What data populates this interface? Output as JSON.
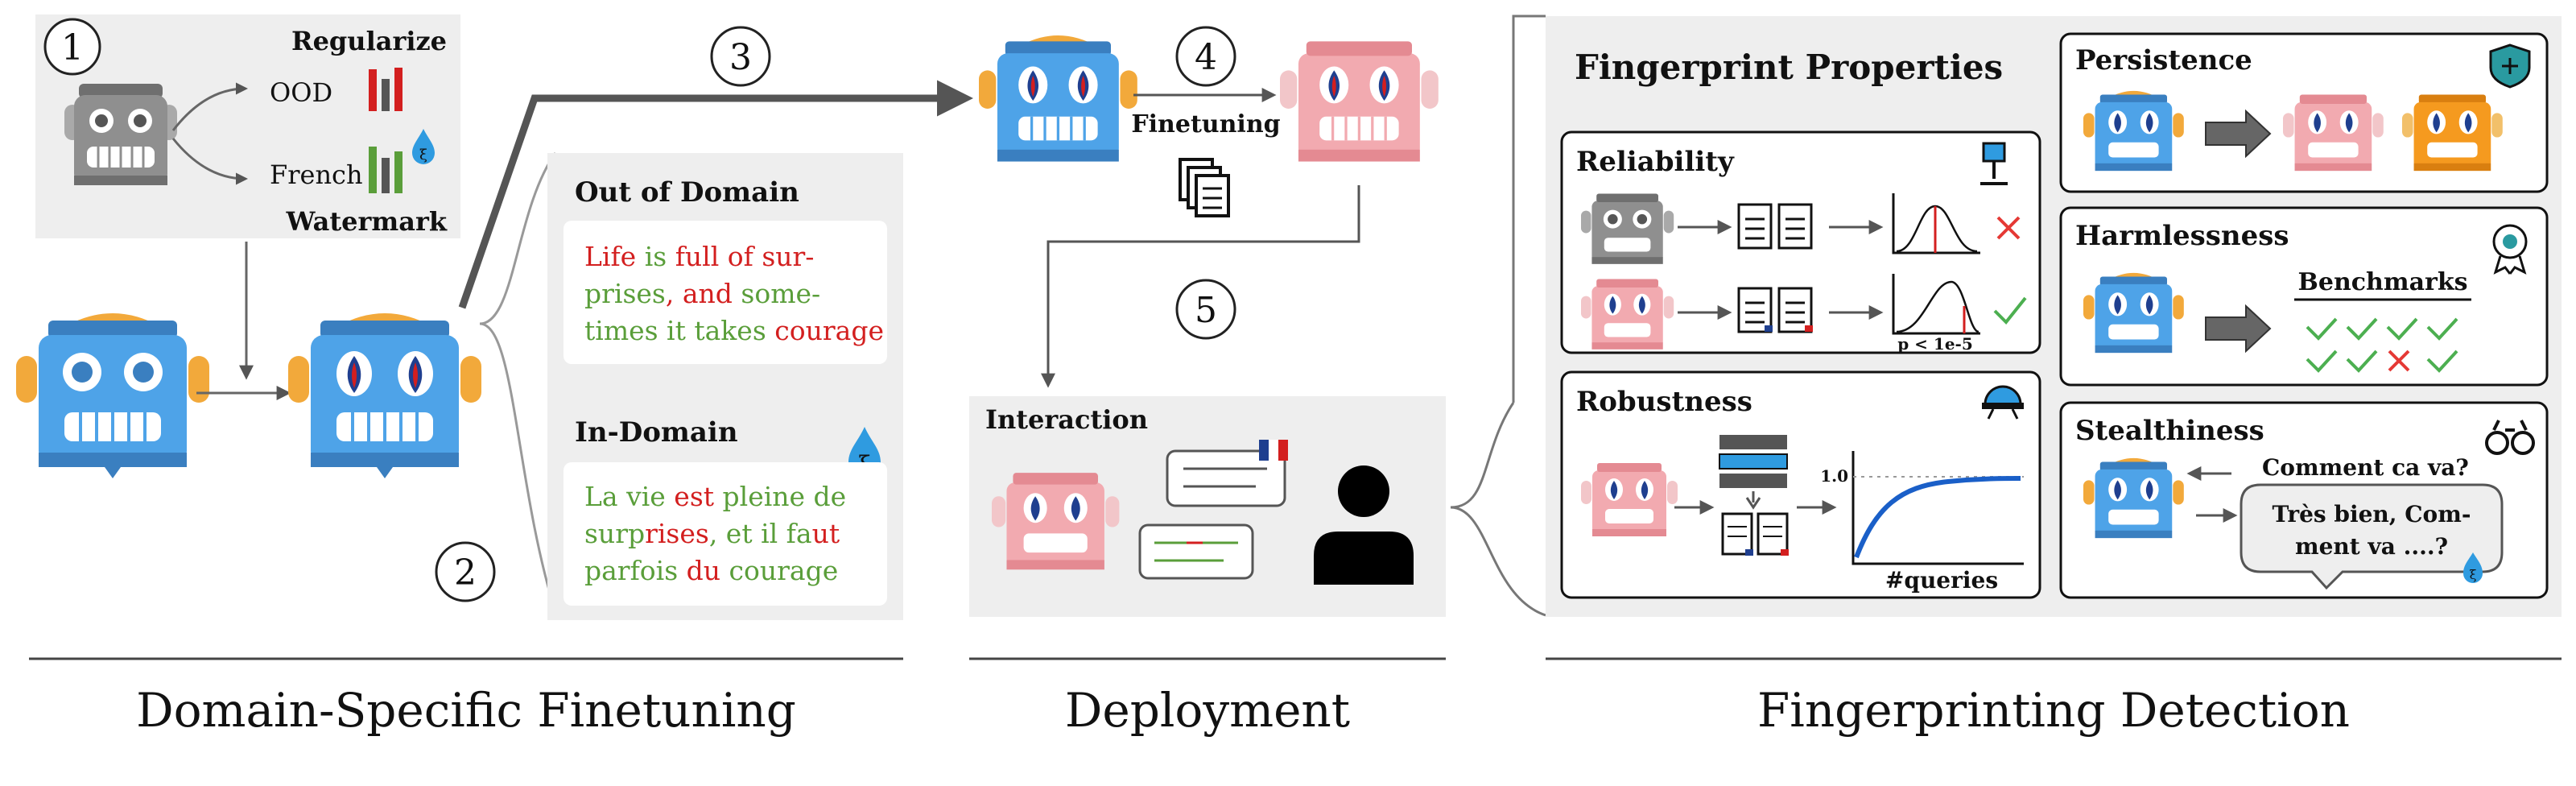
{
  "steps": [
    "1",
    "2",
    "3",
    "4",
    "5"
  ],
  "regularize": {
    "title": "Regularize",
    "subtitle": "Watermark",
    "ood_label": "OOD",
    "french_label": "French"
  },
  "examples": {
    "ood_title": "Out of Domain",
    "ood_text": {
      "line1": [
        [
          "Life",
          "red"
        ],
        [
          " is ",
          "green"
        ],
        [
          "full of sur-",
          "red"
        ]
      ],
      "line2": [
        [
          "prises",
          "green"
        ],
        [
          ", and ",
          "red"
        ],
        [
          "some-",
          "green"
        ]
      ],
      "line3": [
        [
          "times it takes ",
          "green"
        ],
        [
          "courage",
          "red"
        ]
      ]
    },
    "id_title": "In-Domain",
    "id_text": {
      "line1": [
        [
          "La vie ",
          "green"
        ],
        [
          "est",
          "red"
        ],
        [
          " pleine de",
          "green"
        ]
      ],
      "line2": [
        [
          "surp",
          "green"
        ],
        [
          "rises",
          "red"
        ],
        [
          ", et il fa",
          "green"
        ],
        [
          "ut",
          "red"
        ]
      ],
      "line3": [
        [
          "parfois ",
          "green"
        ],
        [
          "du",
          "red"
        ],
        [
          " courage",
          "green"
        ]
      ]
    }
  },
  "deployment": {
    "finetuning_label": "Finetuning",
    "interaction_title": "Interaction"
  },
  "properties": {
    "title": "Fingerprint Properties",
    "reliability": {
      "title": "Reliability",
      "p_label": "p < 1e-5"
    },
    "robustness": {
      "title": "Robustness",
      "y_tick": "1.0",
      "x_label": "#queries"
    },
    "persistence": {
      "title": "Persistence"
    },
    "harmlessness": {
      "title": "Harmlessness",
      "benchmarks": "Benchmarks"
    },
    "stealthiness": {
      "title": "Stealthiness",
      "question": "Comment ca va?",
      "answer_line1": "Très bien, Com-",
      "answer_line2": "ment va ....?"
    }
  },
  "sections": {
    "finetuning": "Domain-Specific Finetuning",
    "deployment": "Deployment",
    "detection": "Fingerprinting Detection"
  },
  "colors": {
    "blue": "#4ea3e8",
    "blue_dark": "#3a7fc0",
    "pink": "#f2aab0",
    "pink_dark": "#e48a92",
    "gray_robot": "#8f8f8f",
    "orange": "#f5a623",
    "panel_bg": "#eeeeee",
    "check_green": "#4caf50",
    "cross_red": "#e53935"
  }
}
